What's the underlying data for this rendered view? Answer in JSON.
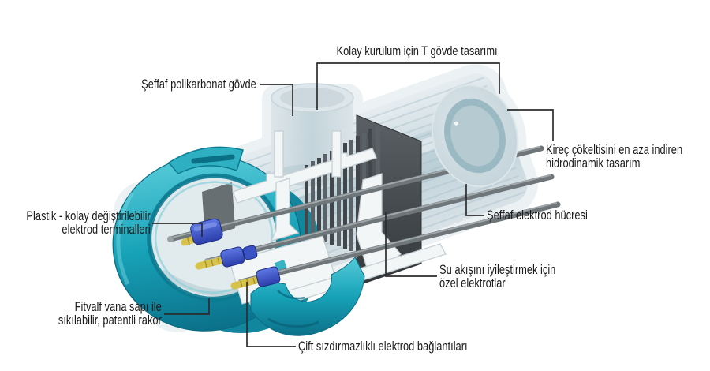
{
  "diagram": {
    "subject": "salt-chlorinator-electrode-cell-cutaway",
    "background_color": "#ffffff",
    "labels": {
      "t_body": {
        "text": "Kolay kurulum için T gövde tasarımı"
      },
      "polycarbonate": {
        "text": "Şeffaf polikarbonat gövde"
      },
      "hydrodynamic": {
        "line1": "Kireç çökeltisini en aza indiren",
        "line2": "hidrodinamik tasarım"
      },
      "cell": {
        "text": "Şeffaf elektrod hücresi"
      },
      "electrodes": {
        "line1": "Su akışını iyileştirmek için",
        "line2": "özel elektrotlar"
      },
      "terminals": {
        "line1": "Plastik - kolay değiştirilebilir",
        "line2": "elektrod terminalleri"
      },
      "union_nut": {
        "line1": "Fitvalf vana sapı ile",
        "line2": "sıkılabilir, patentli rakor"
      },
      "connections": {
        "text": "Çift sızdırmazlıklı elektrod bağlantıları"
      }
    },
    "parts": [
      "transparent-t-body",
      "vertical-t-branch",
      "right-end-opening",
      "electrode-plate-stack",
      "electrode-rods",
      "blue-terminal-collars",
      "brass-terminal-pins",
      "teal-union-nut-ring",
      "white-cutaway-sections"
    ],
    "colors": {
      "leader_line": "#2d2d2d",
      "label_text": "#1a1a1a",
      "teal_nut": "#17a2b8",
      "teal_dark": "#0b7089",
      "body_translucent": "#c5d6dd",
      "plate_dark": "#45494d",
      "terminal_blue": "#3a52c4",
      "terminal_brass": "#d7c34c",
      "rod_gray": "#6f767a",
      "cutaway_white": "#f3f6f7"
    }
  }
}
